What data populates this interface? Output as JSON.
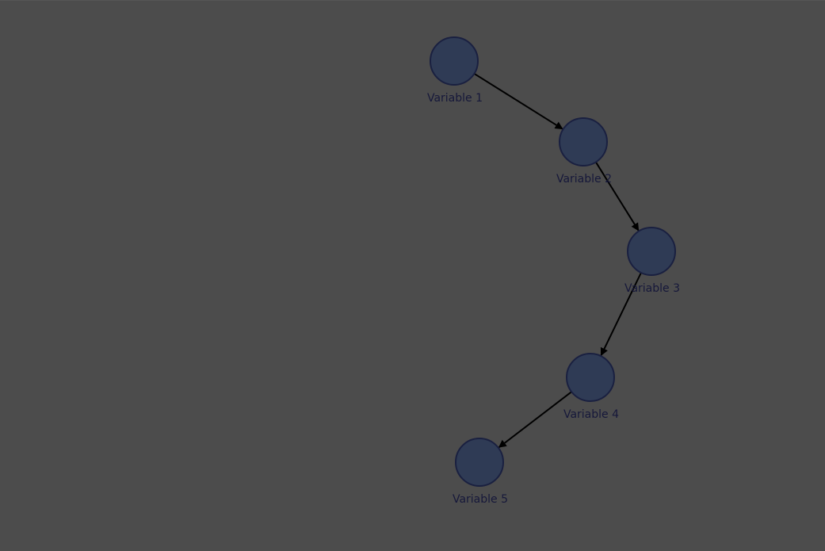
{
  "graph": {
    "nodes": [
      {
        "id": "v1",
        "label": "Variable 1"
      },
      {
        "id": "v2",
        "label": "Variable 2"
      },
      {
        "id": "v3",
        "label": "Variable 3"
      },
      {
        "id": "v4",
        "label": "Variable 4"
      },
      {
        "id": "v5",
        "label": "Variable 5"
      }
    ],
    "edges": [
      {
        "from": "v1",
        "to": "v2",
        "directed": true
      },
      {
        "from": "v2",
        "to": "v3",
        "directed": true
      },
      {
        "from": "v3",
        "to": "v4",
        "directed": true
      },
      {
        "from": "v4",
        "to": "v5",
        "directed": true
      }
    ]
  },
  "colors": {
    "background": "#4c4c4c",
    "node_fill": "#2f3b55",
    "node_stroke": "#1a2040",
    "label_text": "#16183a",
    "edge": "#000000"
  }
}
